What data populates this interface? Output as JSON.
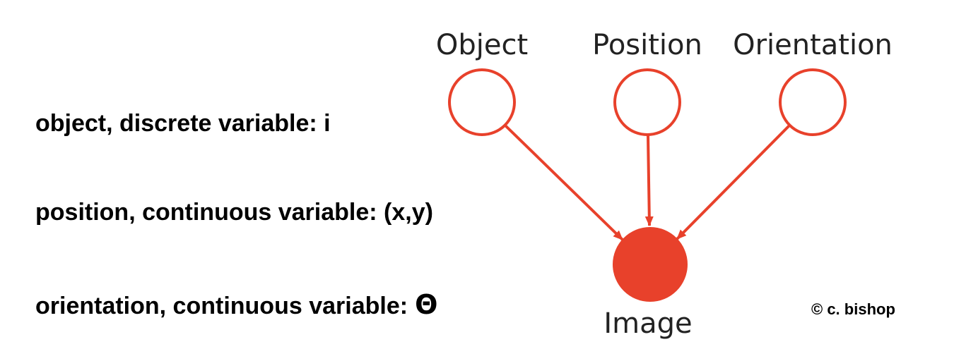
{
  "variables": {
    "object_line": "object, discrete variable: i",
    "position_line": "position, continuous variable: (x,y)",
    "orientation_line": "orientation, continuous variable:",
    "orientation_symbol": "Θ"
  },
  "graph": {
    "nodes": {
      "object": "Object",
      "position": "Position",
      "orientation": "Orientation",
      "image": "Image"
    },
    "edge_color": "#e8412b",
    "observed_fill": "#e8412b"
  },
  "credit": "© c. bishop"
}
